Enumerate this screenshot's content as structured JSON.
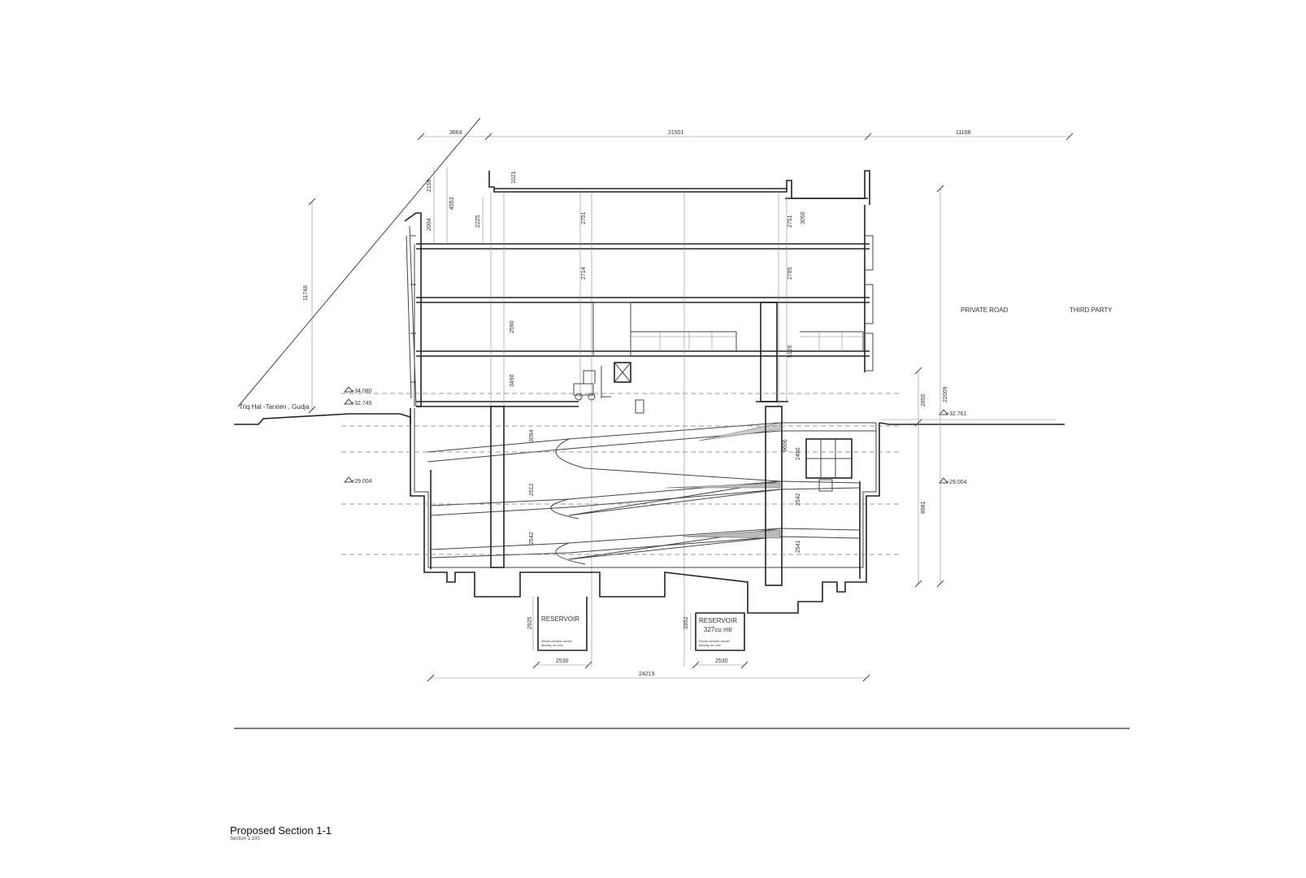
{
  "title": "Proposed Section 1-1",
  "subtitle": "Section 1:100",
  "labels": {
    "street": "Triq Hal -Tarxien , Gudja",
    "private_road": "PRIVATE ROAD",
    "third_party": "THIRD PARTY",
    "reservoir_left": "RESERVOIR",
    "reservoir_right": "RESERVOIR",
    "reservoir_right_volume": "327cu mtr",
    "render_note_left_1": "20mm cement render",
    "render_note_left_2": "directly on rock",
    "render_note_right_1": "20mm cement render",
    "render_note_right_2": "directly on rock"
  },
  "levels": {
    "upper_ground": "+34.080",
    "street_level": "+32.745",
    "road_level": "+32.761",
    "basement_left": "+29.004",
    "basement_right": "+29.004"
  },
  "dimensions": {
    "top_1": "3664",
    "top_2": "21501",
    "top_3": "11168",
    "bottom_total": "24219",
    "reservoir_left_width": "2530",
    "reservoir_right_width": "2530",
    "reservoir_left_depth": "2925",
    "reservoir_right_depth": "3352",
    "left_height": "11748",
    "right_height": "22009",
    "right_upper": "2850",
    "right_lower": "8981",
    "floor_1": "2751",
    "floor_2": "2714",
    "floor_3": "2590",
    "floor_4": "3490",
    "floor_r1": "2751",
    "floor_r2": "2785",
    "floor_r3": "5126",
    "parapet": "1021",
    "side_1": "2158",
    "side_2": "4553",
    "side_3": "2225",
    "side_4": "2004",
    "side_5": "3050",
    "base_1": "3094",
    "base_2": "2512",
    "base_3": "2542",
    "base_r1": "9606",
    "base_r2": "2450",
    "base_r3": "2542",
    "base_r4": "2541"
  }
}
